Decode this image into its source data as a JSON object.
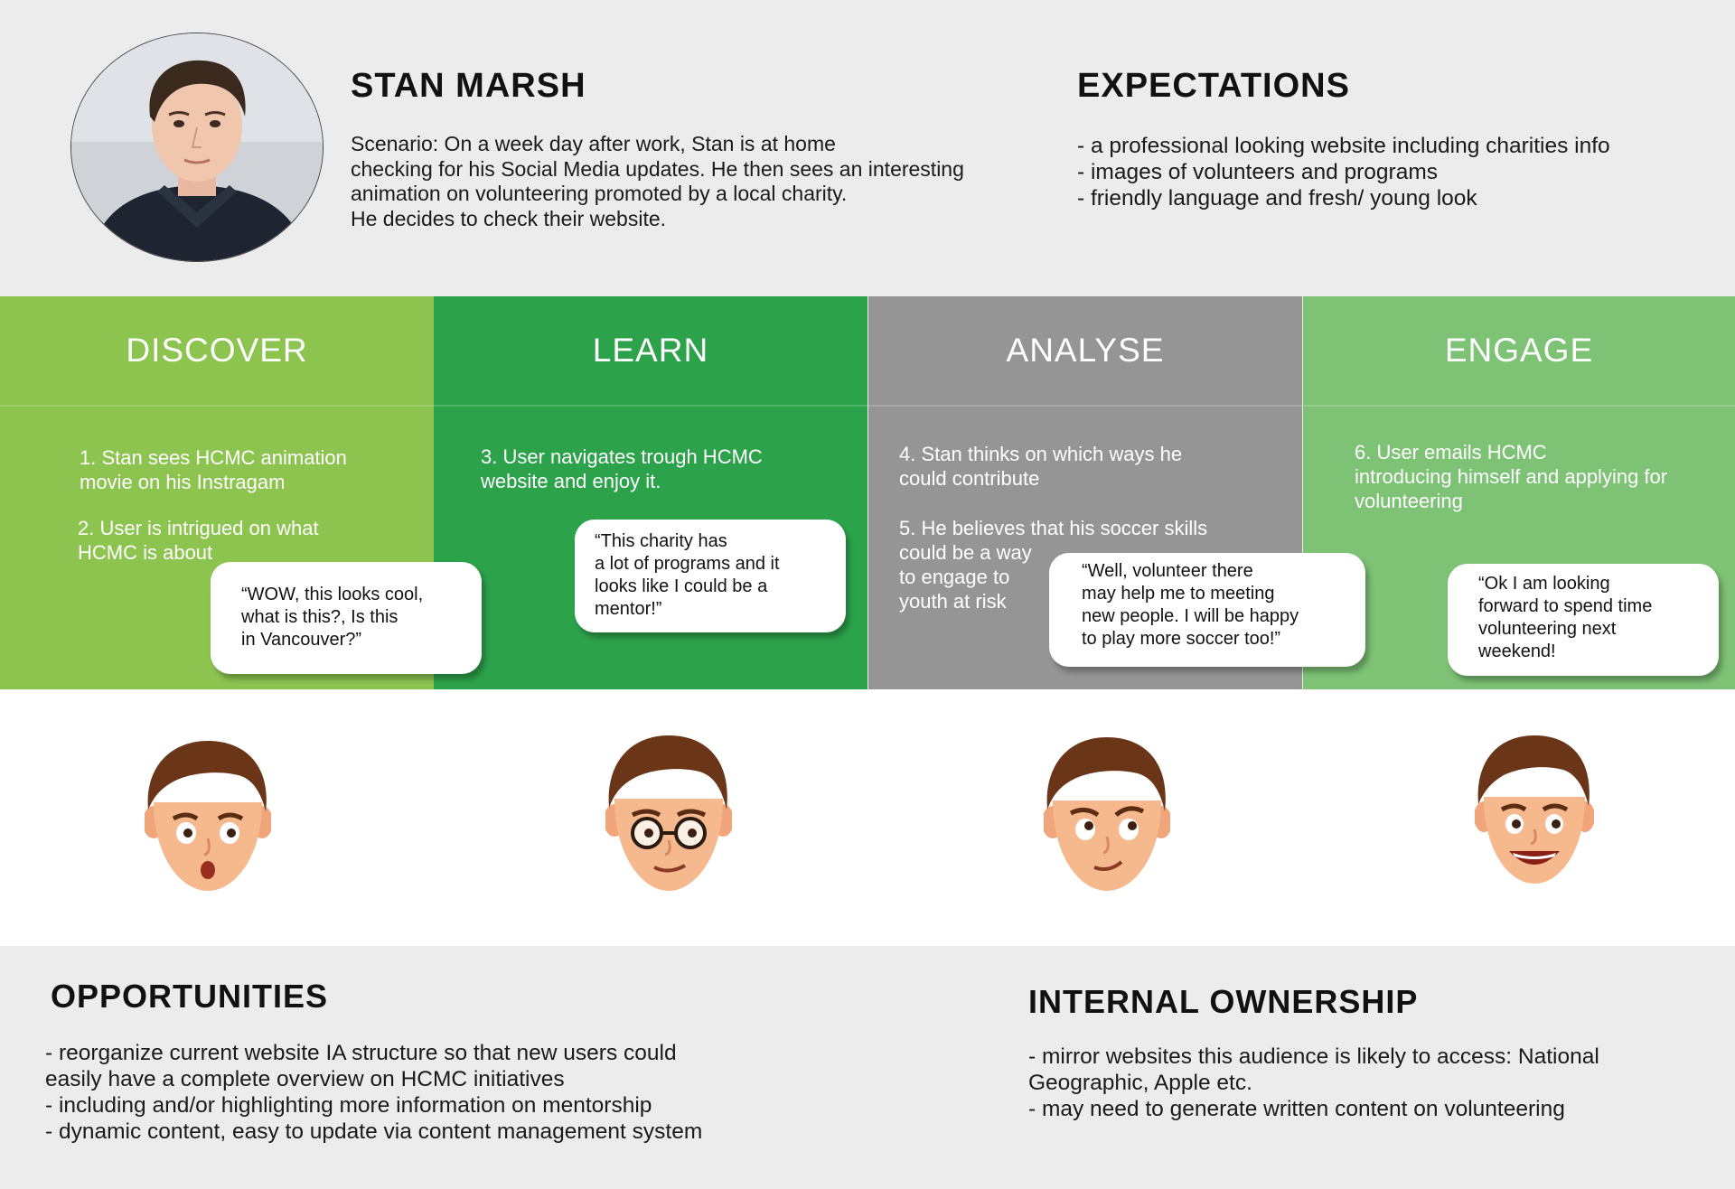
{
  "persona": {
    "name": "STAN MARSH",
    "scenario_lines": [
      "Scenario: On a week day after work, Stan is at home",
      "checking for his Social Media updates. He then sees an interesting",
      "animation on volunteering promoted by a local charity.",
      "He decides to check their website."
    ]
  },
  "expectations": {
    "title": "EXPECTATIONS",
    "items": [
      "- a professional looking website including charities info",
      "- images of volunteers and programs",
      "- friendly language and fresh/ young look"
    ]
  },
  "stages": [
    {
      "title": "DISCOVER",
      "color": "#8cc44f",
      "steps": [
        [
          "1. Stan sees HCMC animation",
          "movie on his Instragam"
        ],
        [
          "2. User is intrigued on what",
          "HCMC is about"
        ]
      ],
      "quote": [
        "“WOW, this looks cool,",
        "what is this?, Is this",
        "in Vancouver?”"
      ],
      "expression": "surprised"
    },
    {
      "title": "LEARN",
      "color": "#2ca24a",
      "steps": [
        [
          "3. User navigates trough HCMC",
          "website and enjoy it."
        ]
      ],
      "quote": [
        "“This charity has",
        "a lot of programs and it",
        "looks like I could be a",
        "mentor!”"
      ],
      "expression": "glasses"
    },
    {
      "title": "ANALYSE",
      "color": "#959595",
      "steps": [
        [
          "4. Stan thinks on which ways he",
          "could contribute"
        ],
        [
          "5. He believes that his soccer skills",
          "could be a way",
          "to engage to",
          "youth at risk"
        ]
      ],
      "quote": [
        "“Well, volunteer there",
        "may help me to meeting",
        "new people. I will be happy",
        "to play more soccer too!”"
      ],
      "expression": "thinking"
    },
    {
      "title": "ENGAGE",
      "color": "#7dc275",
      "steps": [
        [
          "6. User emails HCMC",
          "introducing himself and applying for",
          "volunteering"
        ]
      ],
      "quote": [
        "“Ok I am looking",
        "forward to spend time",
        "volunteering next",
        "weekend!"
      ],
      "expression": "happy"
    }
  ],
  "opportunities": {
    "title": "OPPORTUNITIES",
    "items": [
      "- reorganize current website IA structure so that new users could",
      "easily have a complete overview on HCMC initiatives",
      "- including and/or highlighting more information on mentorship",
      "- dynamic content, easy to update via content management system"
    ]
  },
  "ownership": {
    "title": "INTERNAL OWNERSHIP",
    "items": [
      "- mirror websites this audience is likely to access: National",
      "Geographic, Apple etc.",
      "- may need to generate written content on volunteering"
    ]
  }
}
